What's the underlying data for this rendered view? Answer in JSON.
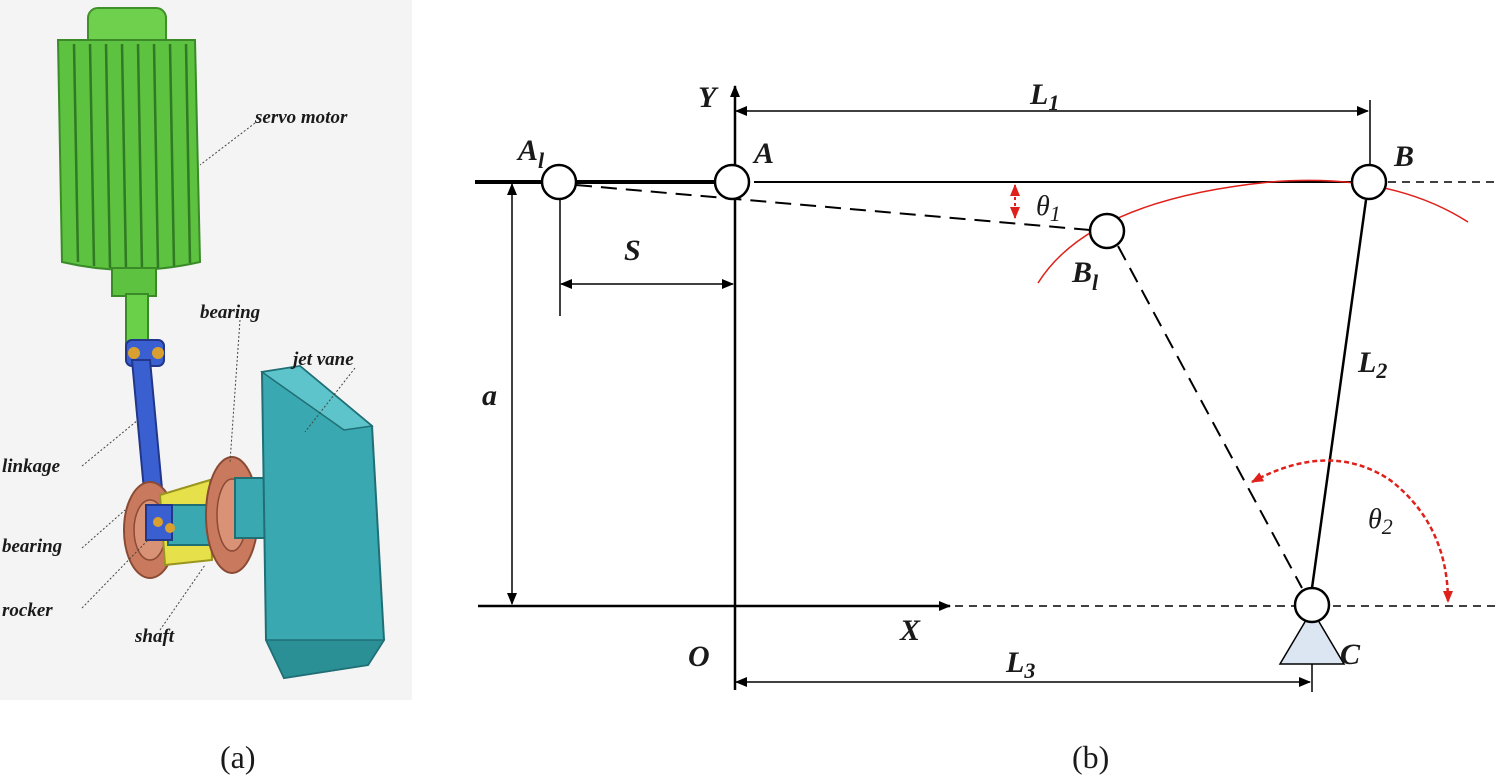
{
  "panel_a": {
    "caption": "(a)",
    "labels": {
      "servo_motor": "servo motor",
      "bearing_top": "bearing",
      "jet_vane": "jet vane",
      "linkage": "linkage",
      "bearing_left": "bearing",
      "rocker": "rocker",
      "shaft": "shaft"
    },
    "colors": {
      "motor": "#5cc23f",
      "linkage": "#3a5fd0",
      "bearing": "#c97a5e",
      "vane": "#3aa8b0",
      "yellow": "#e6e04a"
    }
  },
  "panel_b": {
    "caption": "(b)",
    "axis": {
      "x": "X",
      "y": "Y",
      "origin": "O"
    },
    "points": {
      "A": "A",
      "A_l": "A",
      "A_l_sub": "l",
      "B": "B",
      "B_l": "B",
      "B_l_sub": "l",
      "C": "C"
    },
    "dims": {
      "L1": "L",
      "L1_sub": "1",
      "L2": "L",
      "L2_sub": "2",
      "L3": "L",
      "L3_sub": "3",
      "S": "S",
      "a": "a"
    },
    "angles": {
      "theta1": "θ",
      "theta1_sub": "1",
      "theta2": "θ",
      "theta2_sub": "2"
    },
    "colors": {
      "arc": "#e0201a",
      "base": "#dce6f2"
    }
  }
}
